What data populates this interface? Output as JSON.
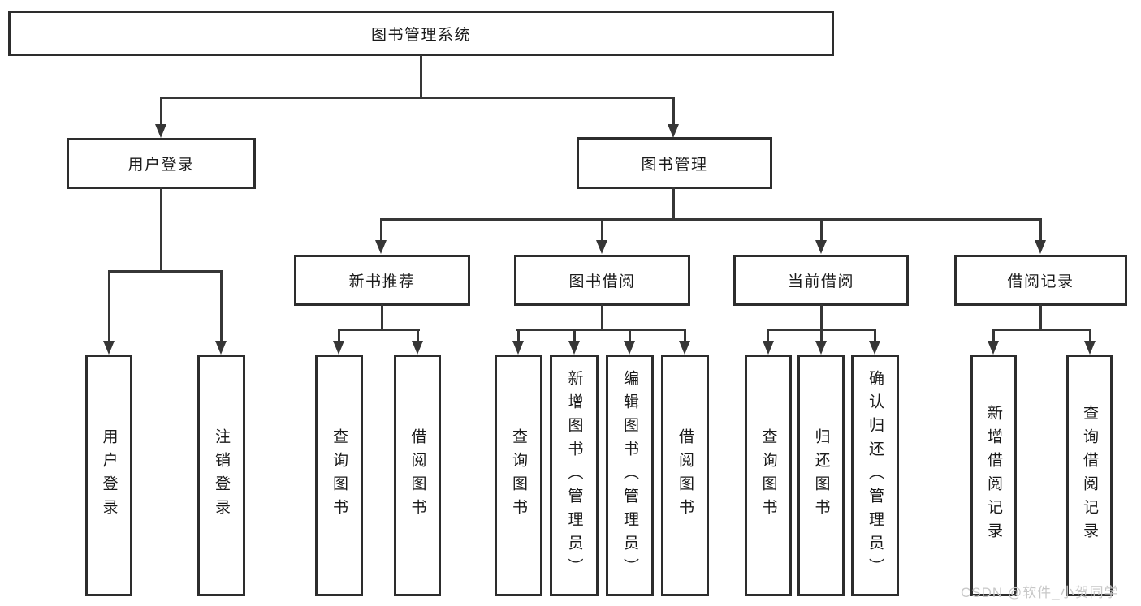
{
  "colors": {
    "line": "#363636",
    "box_border": "#2d2d2d",
    "text": "#1a1a1a",
    "watermark": "#c8c8c8",
    "background": "#ffffff"
  },
  "watermark": {
    "text": "CSDN @软件_小贺同学"
  },
  "tree": {
    "label": "图书管理系统",
    "children": [
      {
        "label": "用户登录",
        "children": [
          {
            "label": "用户登录"
          },
          {
            "label": "注销登录"
          }
        ]
      },
      {
        "label": "图书管理",
        "children": [
          {
            "label": "新书推荐",
            "children": [
              {
                "label": "查询图书"
              },
              {
                "label": "借阅图书"
              }
            ]
          },
          {
            "label": "图书借阅",
            "children": [
              {
                "label": "查询图书"
              },
              {
                "label": "新增图书（管理员）"
              },
              {
                "label": "编辑图书（管理员）"
              },
              {
                "label": "借阅图书"
              }
            ]
          },
          {
            "label": "当前借阅",
            "children": [
              {
                "label": "查询图书"
              },
              {
                "label": "归还图书"
              },
              {
                "label": "确认归还（管理员）"
              }
            ]
          },
          {
            "label": "借阅记录",
            "children": [
              {
                "label": "新增借阅记录"
              },
              {
                "label": "查询借阅记录"
              }
            ]
          }
        ]
      }
    ]
  }
}
